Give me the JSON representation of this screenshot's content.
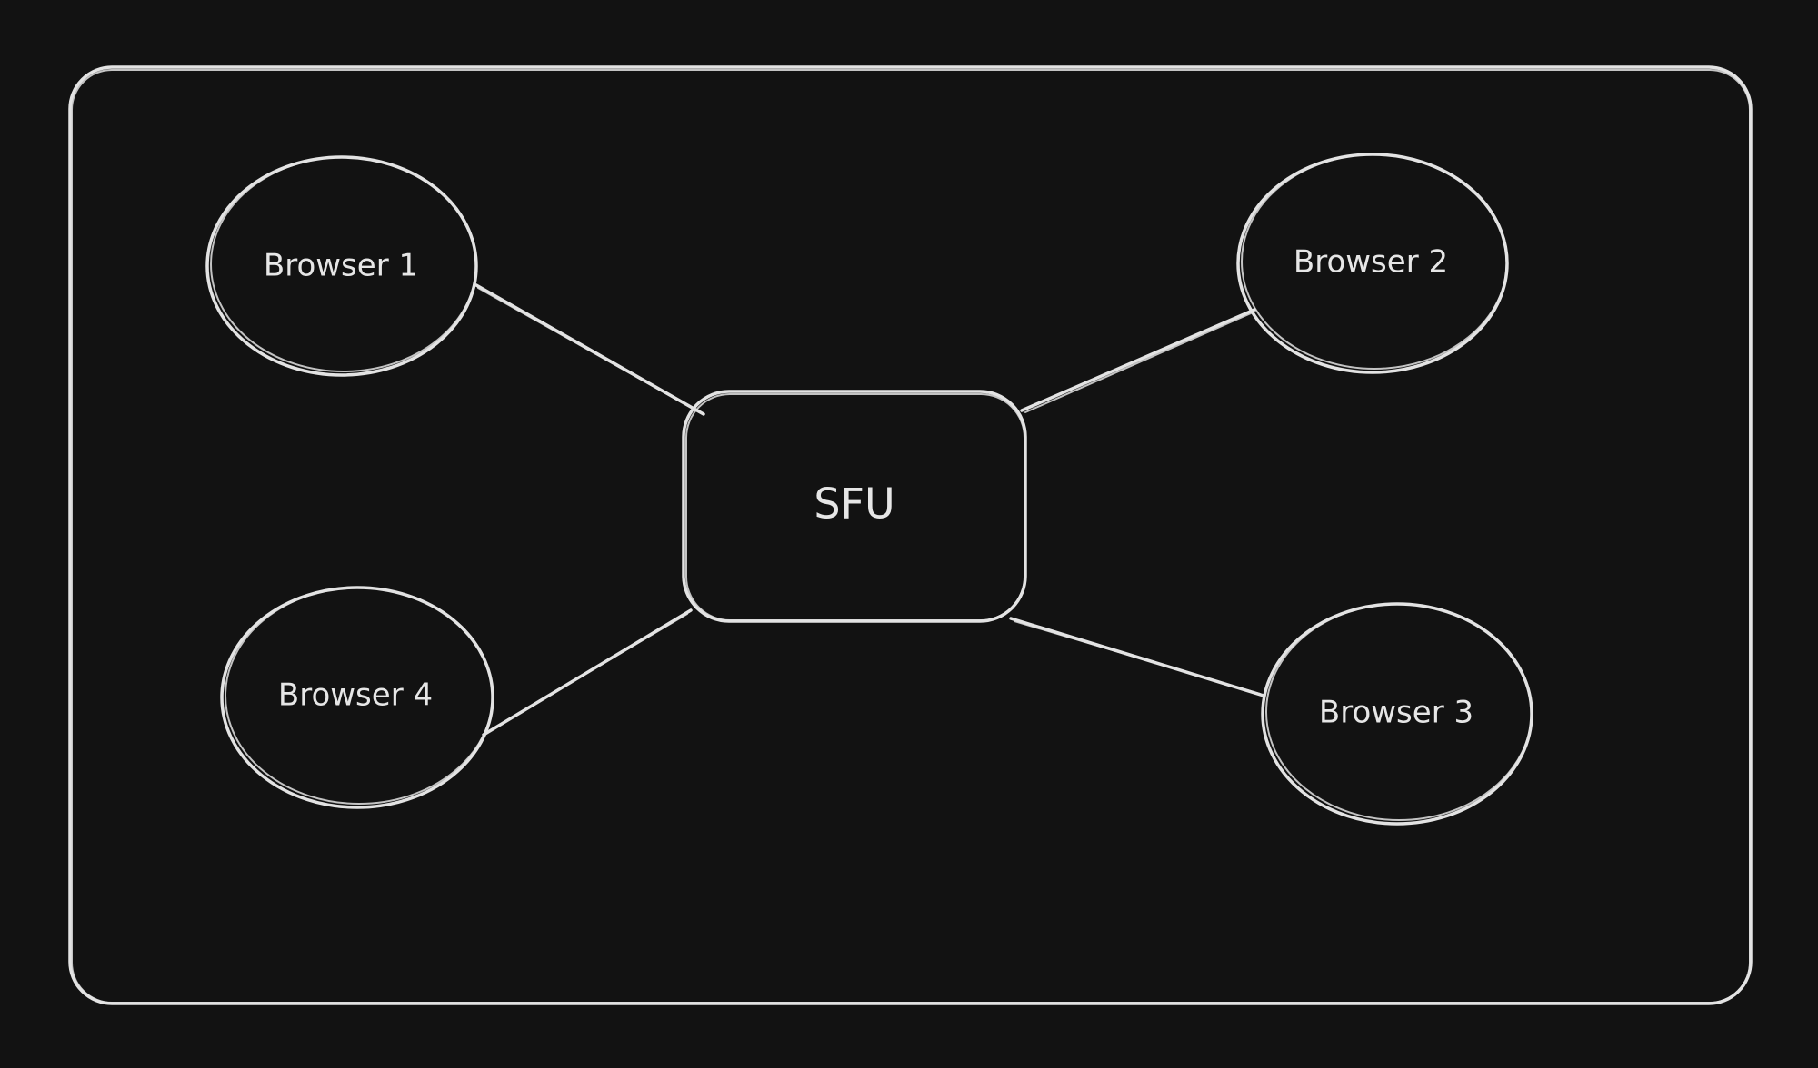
{
  "nodes": {
    "sfu": {
      "label": "SFU"
    },
    "browser1": {
      "label": "Browser 1"
    },
    "browser2": {
      "label": "Browser 2"
    },
    "browser3": {
      "label": "Browser 3"
    },
    "browser4": {
      "label": "Browser 4"
    }
  },
  "edges": [
    {
      "from": "browser1",
      "to": "sfu"
    },
    {
      "from": "browser2",
      "to": "sfu"
    },
    {
      "from": "browser3",
      "to": "sfu"
    },
    {
      "from": "browser4",
      "to": "sfu"
    }
  ],
  "colors": {
    "background": "#121212",
    "stroke": "#e3e3e3",
    "text": "#e6e6e6"
  }
}
